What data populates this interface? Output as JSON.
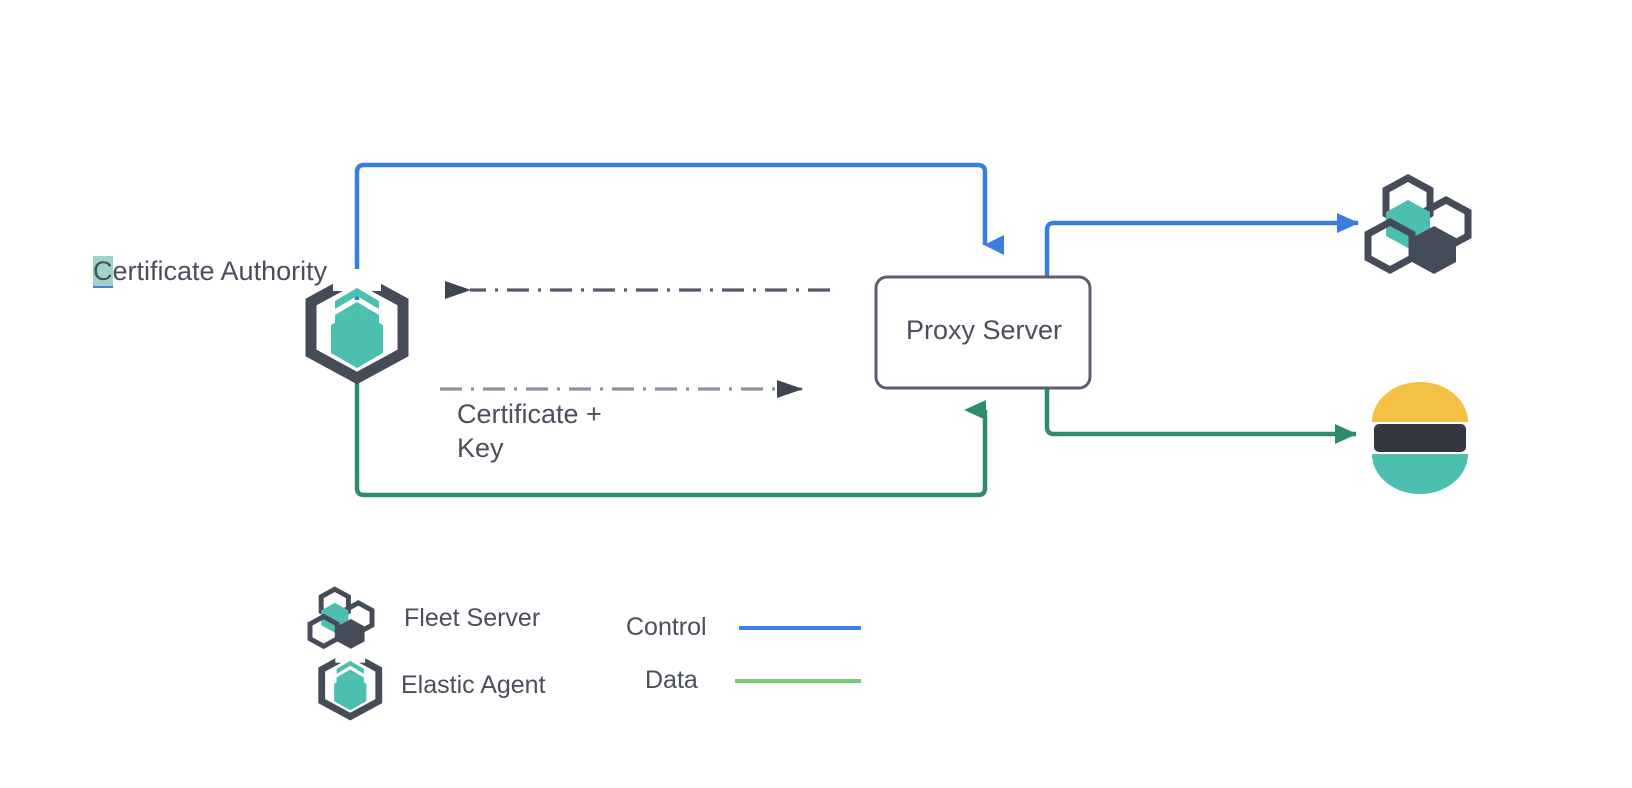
{
  "diagram": {
    "title": "Elastic Agent / Fleet Server proxy certificate flow",
    "nodes": {
      "certificate_authority": {
        "label": "Certificate Authority",
        "highlight_char": "C",
        "rest": "ertificate Authority",
        "icon": "elastic-agent-icon"
      },
      "proxy_server": {
        "label": "Proxy Server",
        "shape": "rounded-rectangle"
      },
      "fleet_server": {
        "label": "",
        "icon": "fleet-server-icon"
      },
      "elasticsearch": {
        "label": "",
        "icon": "elasticsearch-icon"
      }
    },
    "edge_labels": {
      "certificate_key": "Certificate +\nKey",
      "certificate_key_line1": "Certificate +",
      "certificate_key_line2": "Key"
    },
    "legend": {
      "items": [
        {
          "label": "Fleet Server",
          "icon": "fleet-server-icon"
        },
        {
          "label": "Elastic Agent",
          "icon": "elastic-agent-icon"
        }
      ],
      "lines": [
        {
          "label": "Control",
          "color": "#3d7ee8"
        },
        {
          "label": "Data",
          "color": "#7ac97a"
        }
      ]
    },
    "colors": {
      "control_line": "#3b7ddd",
      "data_line": "#2e8b6f",
      "legend_control": "#3d7ee8",
      "legend_data": "#7ac97a",
      "dash_dot_dark": "#555b6b",
      "dash_dot_light": "#8d93a3",
      "teal": "#4cbfae",
      "dark_slate": "#464b58",
      "border": "#5a5f6b",
      "text": "#4a4f5c",
      "elastic_yellow": "#f4c145",
      "elastic_teal": "#4cbfae",
      "elastic_dark": "#343741",
      "highlight": "#9fd2c8"
    }
  }
}
